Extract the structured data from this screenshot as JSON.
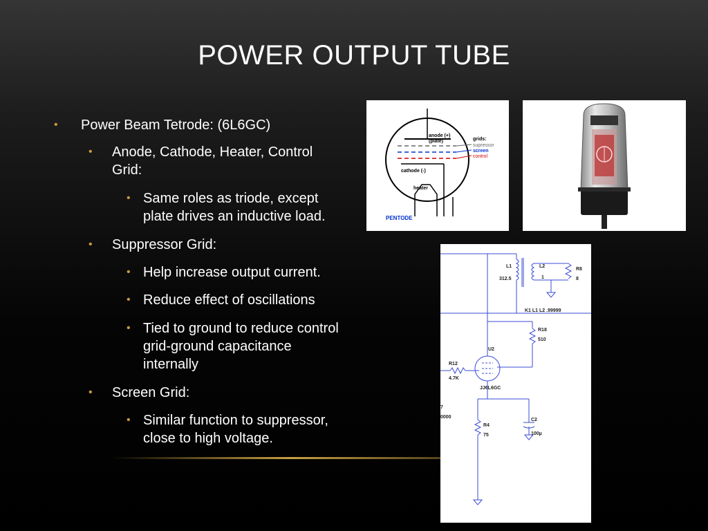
{
  "slide": {
    "title": "POWER OUTPUT TUBE",
    "bullets": [
      {
        "level": 1,
        "text": "Power Beam Tetrode: (6L6GC)"
      },
      {
        "level": 2,
        "text_line1": "Anode, Cathode, Heater, Control",
        "text_line2": "Grid:"
      },
      {
        "level": 3,
        "text_line1": "Same roles as triode, except",
        "text_line2": "plate drives an inductive load."
      },
      {
        "level": 2,
        "text": "Suppressor Grid:"
      },
      {
        "level": 3,
        "text": "Help increase output current."
      },
      {
        "level": 3,
        "text": "Reduce effect of oscillations"
      },
      {
        "level": 3,
        "text_line1": "Tied to ground to reduce control",
        "text_line2": "grid-ground capacitance",
        "text_line3": "internally"
      },
      {
        "level": 2,
        "text": "Screen Grid:"
      },
      {
        "level": 3,
        "text_line1": "Similar function to suppressor,",
        "text_line2": "close to high voltage."
      }
    ],
    "bullet_glyph": "•",
    "accent_color": "#c99a3b"
  },
  "pentode_diagram": {
    "anode": "anode (+)",
    "plate": "(plate)",
    "grids": "grids:",
    "suppressor": "supressor",
    "screen": "screen",
    "control": "control",
    "cathode": "cathode (-)",
    "heater": "heater",
    "caption": "PENTODE"
  },
  "schematic": {
    "L1": "L1",
    "L1_val": "312.5",
    "L2": "L2",
    "L2_val": "1",
    "R8": "R8",
    "R8_val": "8",
    "K1": "K1 L1 L2 .99999",
    "R18": "R18",
    "R18_val": "510",
    "U2": "U2",
    "R12": "R12",
    "R12_val": "4.7K",
    "tube": "JJ6L6GC",
    "left_7": "7",
    "left_0000": "0000",
    "R4": "R4",
    "R4_val": "75",
    "C2": "C2",
    "C2_val": "100µ"
  }
}
